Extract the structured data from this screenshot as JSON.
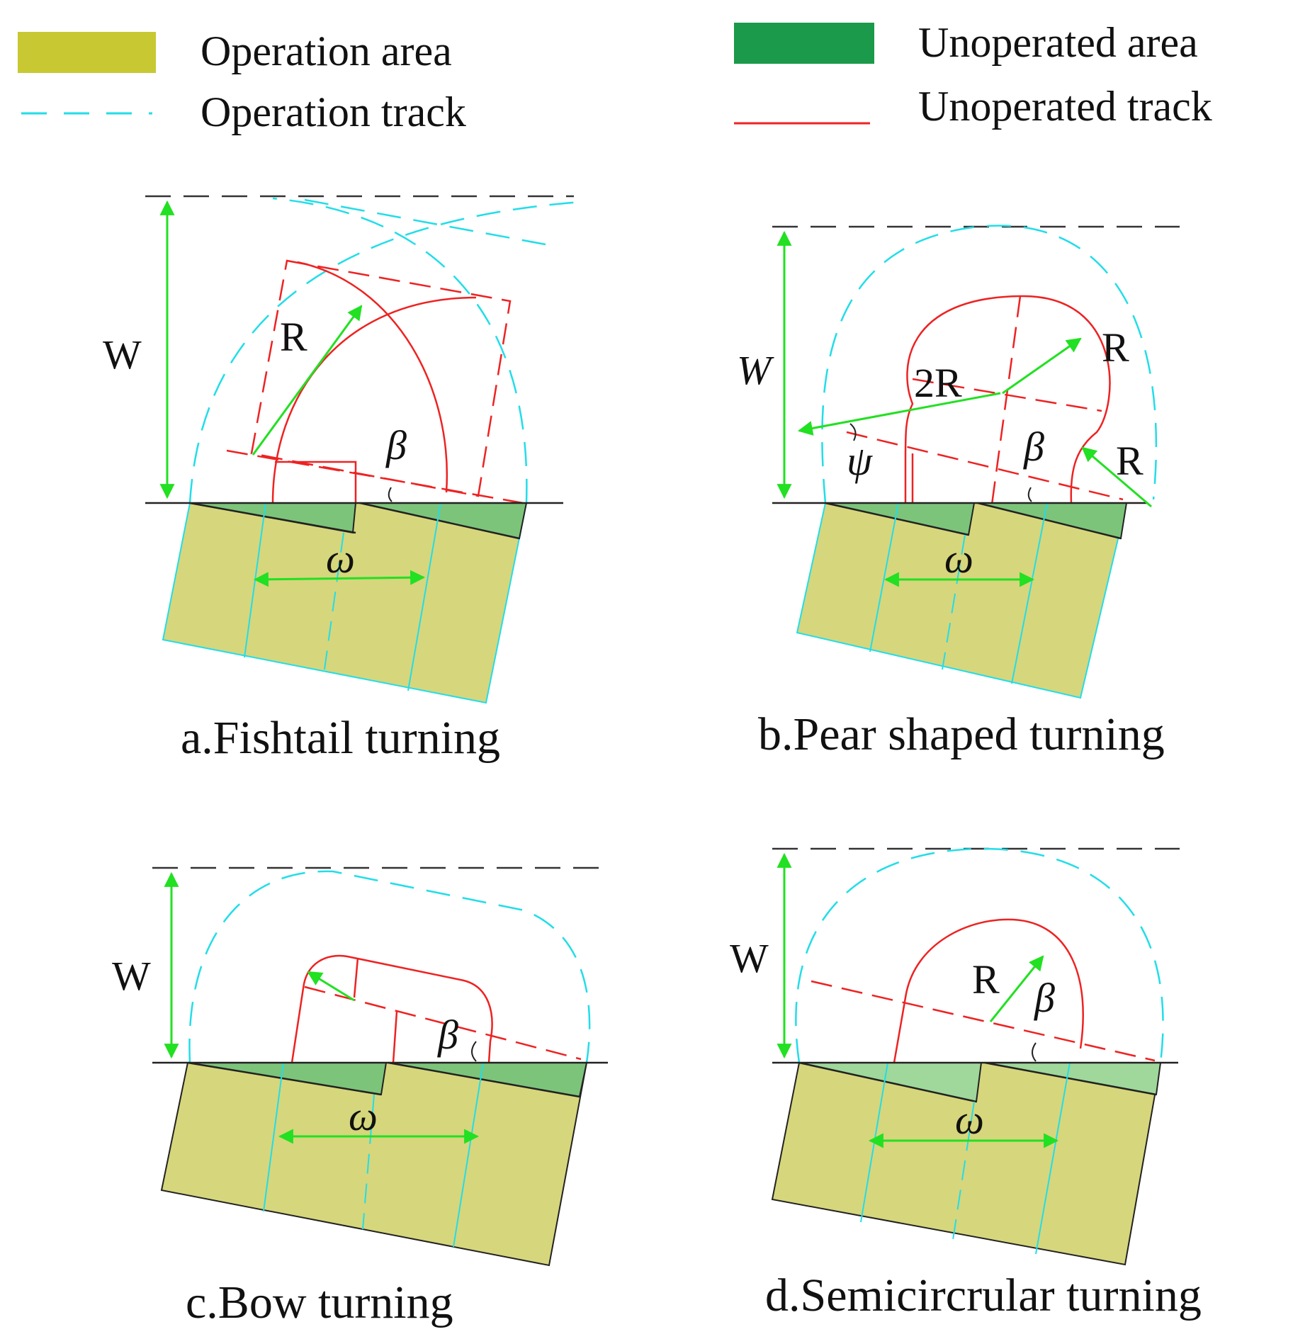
{
  "colors": {
    "operation_area": "#d6d67c",
    "operation_area_swatch": "#c8c832",
    "unoperated_area": "#1a9a4a",
    "unoperated_area_light": "#7cc47a",
    "operation_track": "#22dde8",
    "unoperated_track": "#ee2222",
    "dimension": "#22e022",
    "border": "#222222"
  },
  "legend": {
    "operation_area": "Operation area",
    "operation_track": "Operation track",
    "unoperated_area": "Unoperated area",
    "unoperated_track": "Unoperated track"
  },
  "panels": {
    "a": {
      "caption": "a.Fishtail turning",
      "width_label": "W",
      "radius_label": "R",
      "angle_label": "β",
      "spacing_label": "ω"
    },
    "b": {
      "caption": "b.Pear shaped turning",
      "width_label": "W",
      "double_radius_label": "2R",
      "radius_label_top": "R",
      "radius_label_side": "R",
      "angle_label": "β",
      "psi_label": "ψ",
      "spacing_label": "ω"
    },
    "c": {
      "caption": "c.Bow turning",
      "width_label": "W",
      "angle_label": "β",
      "spacing_label": "ω"
    },
    "d": {
      "caption": "d.Semicircrular turning",
      "width_label": "W",
      "radius_label": "R",
      "angle_label": "β",
      "spacing_label": "ω"
    }
  }
}
